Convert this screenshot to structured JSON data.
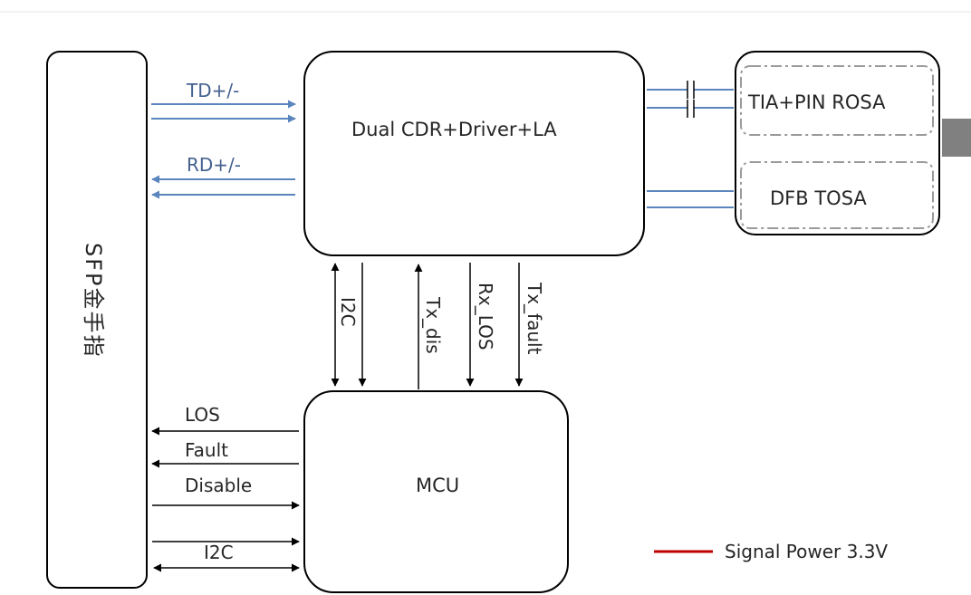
{
  "blocks": {
    "sfp_connector": "SFP金手指",
    "cdr": "Dual CDR+Driver+LA",
    "mcu": "MCU",
    "rosa": "TIA+PIN ROSA",
    "tosa": "DFB TOSA"
  },
  "signals": {
    "td": "TD+/-",
    "rd": "RD+/-",
    "i2c_vertical": "I2C",
    "tx_dis": "Tx_dis",
    "rx_los": "Rx_LOS",
    "tx_fault": "Tx_fault",
    "los": "LOS",
    "fault": "Fault",
    "disable": "Disable",
    "i2c_bottom": "I2C"
  },
  "legend": {
    "label": "Signal Power 3.3V",
    "color": "#c00000"
  },
  "colors": {
    "data_line": "#5b85bd",
    "control_line": "#000000"
  }
}
